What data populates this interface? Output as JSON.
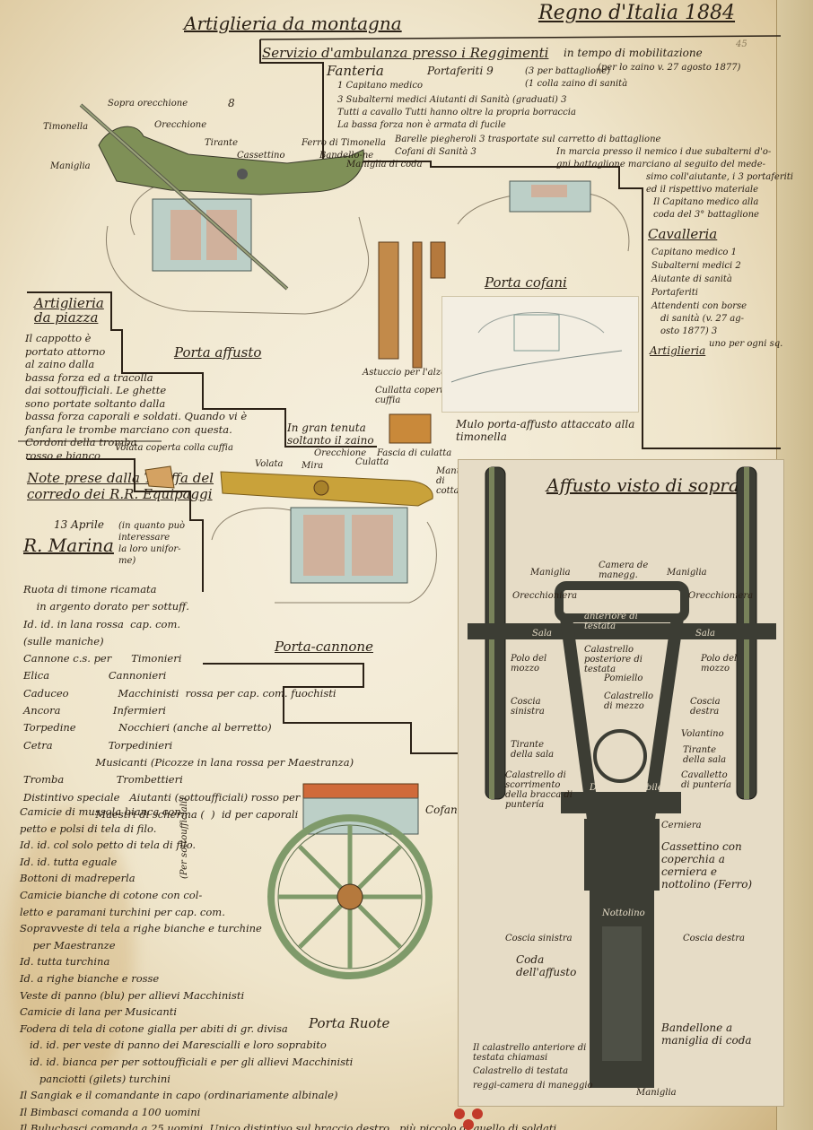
{
  "header": {
    "left_title": "Artiglieria da montagna",
    "right_title": "Regno d'Italia 1884",
    "page_number": "45",
    "figure_number": "8"
  },
  "service": {
    "title": "Servizio d'ambulanza presso i Reggimenti",
    "subtitle": "in tempo di mobilitazione",
    "ref": "(per lo zaino v. 27 agosto 1877)",
    "fanteria": "Fanteria",
    "portaferiti": "Portaferiti 9",
    "lines": [
      "(3 per battaglione)",
      "1 Capitano medico",
      "(1 colla zaino di sanità",
      "3 Subalterni medici  Aiutanti di Sanità (graduati) 3",
      "Tutti a cavallo  Tutti hanno oltre la propria borraccia",
      "La bassa forza non è armata di fucile",
      "Barelle piegheroli 3 trasportate sul carretto di battaglione",
      "Cofani di Sanità 3"
    ],
    "right_lines": [
      "In marcia presso il nemico i due subalterni d'o-",
      "gni battaglione marciano al seguito del mede-",
      "simo coll'aiutante, i 3 portaferiti",
      "ed il rispettivo materiale",
      "Il Capitano medico alla",
      "coda del 3° battaglione"
    ],
    "cavalleria": "Cavalleria",
    "cavalleria_rows": [
      "Capitano medico   1",
      "Subalterni medici   2",
      "Aiutante di sanità",
      "Portaferiti",
      "Attendenti con borse",
      "di sanità (v. 27 ag-",
      "osto 1877)          3",
      "uno per ogni sq.",
      "Artiglieria"
    ]
  },
  "mule_top": {
    "labels": [
      "Sopra orecchione",
      "Orecchione",
      "Timonella",
      "Tirante",
      "Cassettino",
      "Maniglia",
      "Ferro di Timonella",
      "Bandello-ne",
      "Maniglia di coda"
    ],
    "caption": "Porta affusto"
  },
  "mule_right": {
    "caption": "Porta cofani",
    "tools_caption": "Astuccio per l'alzo",
    "cullatta": "Cullatta coperta colla cuffia",
    "tenuta": "In gran tenuta soltanto il zaino",
    "mule_caption": "Mulo porta-affusto attaccato alla timonella"
  },
  "piazza": {
    "title": "Artiglieria da piazza",
    "text": "Il cappotto è\nportato attorno\nal zaino dalla\nbassa forza ed a tracolla\ndai sottoufficiali. Le ghette\nsono portate soltanto dalla\nbassa forza caporali e soldati. Quando vi è\nfanfara le trombe marciano con questa.\nCordoni della tromba\nrosso e bianco",
    "volata": "Volata coperta colla cuffia"
  },
  "notes": {
    "title": "Note prese dalla Tariffa del corredo dei R.R. Equipaggi",
    "date": "13 Aprile",
    "marina": "R. Marina",
    "interest": "(in quanto può\ninteressare\nla loro unifor-\nme)",
    "text": "Ruota di timone ricamata\n    in argento dorato per sottuff.\nId. id. in lana rossa  cap. com.\n(sulle maniche)\nCannone c.s. per      Timonieri\nElica                  Cannonieri\nCaduceo               Macchinisti  rossa per cap. com. fuochisti\nAncora                Infermieri\nTorpedine             Nocchieri (anche al berretto)\nCetra                 Torpedinieri\n                      Musicanti (Picozze in lana rossa per Maestranza)\nTromba                Trombettieri\nDistintivo speciale   Aiutanti (sottoufficiali) rosso per comuni\n                      Maestri di scherma (  )  id per caporali"
  },
  "bottom_text": "Camicie di mussola bianca con\npetto e polsi di tela di filo.\nId. id. col solo petto di tela di filo.\nId. id. tutta eguale\nBottoni di madreperla\nCamicie bianche di cotone con col-\nletto e paramani turchini per cap. com.\nSopravveste di tela a righe bianche e turchine\n    per Maestranze\nId. tutta turchina\nId. a righe bianche e rosse\nVeste di panno (blu) per allievi Macchinisti\nCamicie di lana per Musicanti\nFodera di tela di cotone gialla per abiti di gr. divisa\n   id. id. per veste di panno dei Marescialli e loro soprabito\n   id. id. bianca per per sottoufficiali e per gli allievi Macchinisti\n      panciotti (gilets) turchini\nIl Sangiak e il comandante in capo (ordinariamente albinale)\nIl Bimbasci comanda a 100 uomini\nIl Bulucbasci comanda a 25 uomini  Unico distintivo sul braccio destro   più piccolo di quello di soldati",
  "cannon_mule": {
    "labels": [
      "Volata",
      "Mira",
      "Orecchione",
      "Culatta",
      "Fascia di culatta",
      "Manubrio di cottarolare"
    ],
    "caption": "Porta-cannone",
    "sotto": "(Per sottoufficiali)"
  },
  "wheel_mule": {
    "caption": "Porta Ruote",
    "cofano": "Cofano per attrezzi"
  },
  "carriage": {
    "title": "Affusto visto di sopra",
    "labels": [
      "Maniglia",
      "Camera de manegg.",
      "Maniglia",
      "Orecchioniera",
      "Calastrello anteriore di testata",
      "Orecchioniera",
      "Sala",
      "Calastrello posteriore di testata",
      "Sala",
      "Polo del mozzo",
      "Pomiello",
      "Polo del mozzo",
      "Coscia sinistra",
      "Calastrello di mezzo",
      "Coscia destra",
      "Tirante della sala",
      "Volantino",
      "Tirante della sala",
      "Calastrello di scorrimento della bracca di puntería",
      "Dentiera mobile",
      "Cavalletto di puntería",
      "Cerniera",
      "Cassettino con coperchia a cerniera e nottolino (Ferro)",
      "Nottolino",
      "Coscia sinistra",
      "Coscia destra",
      "Coda dell'affusto",
      "Bandellone a maniglia di coda",
      "Il calastrello anteriore di testata chiamasi",
      "Calastrello di testata",
      "reggi-camera di maneggio",
      "Maniglia"
    ]
  },
  "colors": {
    "paper": "#efe7d2",
    "ink": "#2b2116",
    "bronze": "#c9a23a",
    "green": "#7f8f5a",
    "iron": "#3a3a33",
    "leather": "#b5793d"
  }
}
